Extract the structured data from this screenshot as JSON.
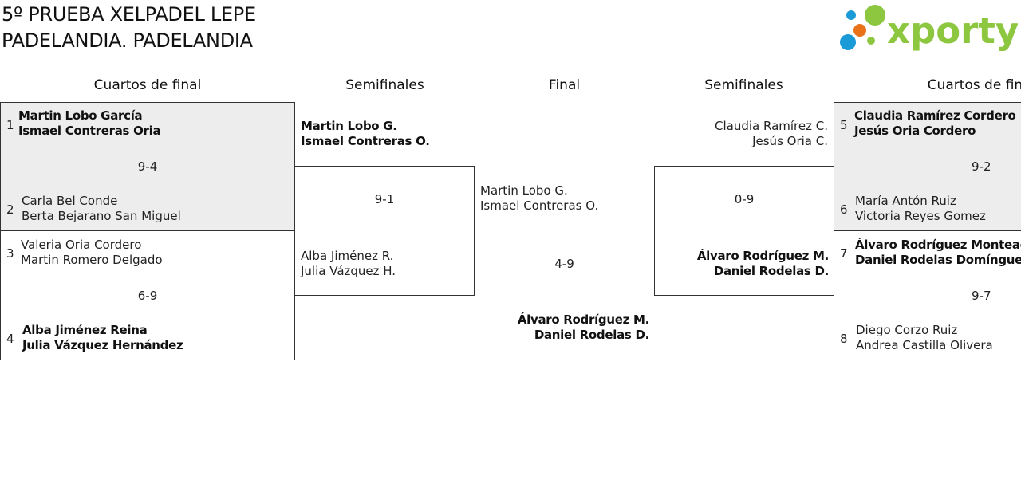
{
  "tournament": {
    "title_line1": "5º PRUEBA XELPADEL LEPE",
    "title_line2": "PADELANDIA. PADELANDIA"
  },
  "logo": {
    "text": "xporty",
    "colors": {
      "blue": "#1a9ad6",
      "green": "#8dc63f",
      "orange": "#e8711a"
    }
  },
  "rounds": {
    "left_quarters": "Cuartos de final",
    "left_semis": "Semifinales",
    "final": "Final",
    "right_semis": "Semifinales",
    "right_quarters": "Cuartos de final"
  },
  "left_quarters": [
    {
      "seed_a": "1",
      "a1": "Martin Lobo García",
      "a2": "Ismael Contreras Oria",
      "score": "9-4",
      "seed_b": "2",
      "b1": "Carla Bel Conde",
      "b2": "Berta Bejarano San Miguel"
    },
    {
      "seed_a": "3",
      "a1": "Valeria Oria Cordero",
      "a2": "Martin Romero Delgado",
      "score": "6-9",
      "seed_b": "4",
      "b1": "Alba Jiménez Reina",
      "b2": "Julia Vázquez Hernández"
    }
  ],
  "left_semi": {
    "a1": "Martin Lobo G.",
    "a2": "Ismael Contreras O.",
    "score": "9-1",
    "b1": "Alba Jiménez R.",
    "b2": "Julia Vázquez H."
  },
  "final": {
    "a1": "Martin Lobo G.",
    "a2": "Ismael Contreras O.",
    "score": "4-9",
    "b1": "Álvaro Rodríguez M.",
    "b2": "Daniel Rodelas D."
  },
  "right_semi": {
    "a1": "Claudia Ramírez C.",
    "a2": "Jesús Oria C.",
    "score": "0-9",
    "b1": "Álvaro Rodríguez M.",
    "b2": "Daniel Rodelas D."
  },
  "right_quarters": [
    {
      "seed_a": "5",
      "a1": "Claudia Ramírez Cordero",
      "a2": "Jesús Oria Cordero",
      "score": "9-2",
      "seed_b": "6",
      "b1": "María Antón Ruiz",
      "b2": "Victoria Reyes Gomez"
    },
    {
      "seed_a": "7",
      "a1": "Álvaro Rodríguez Monteagu",
      "a2": "Daniel Rodelas Domínguez",
      "score": "9-7",
      "seed_b": "8",
      "b1": "Diego Corzo Ruiz",
      "b2": "Andrea Castilla Olivera"
    }
  ]
}
